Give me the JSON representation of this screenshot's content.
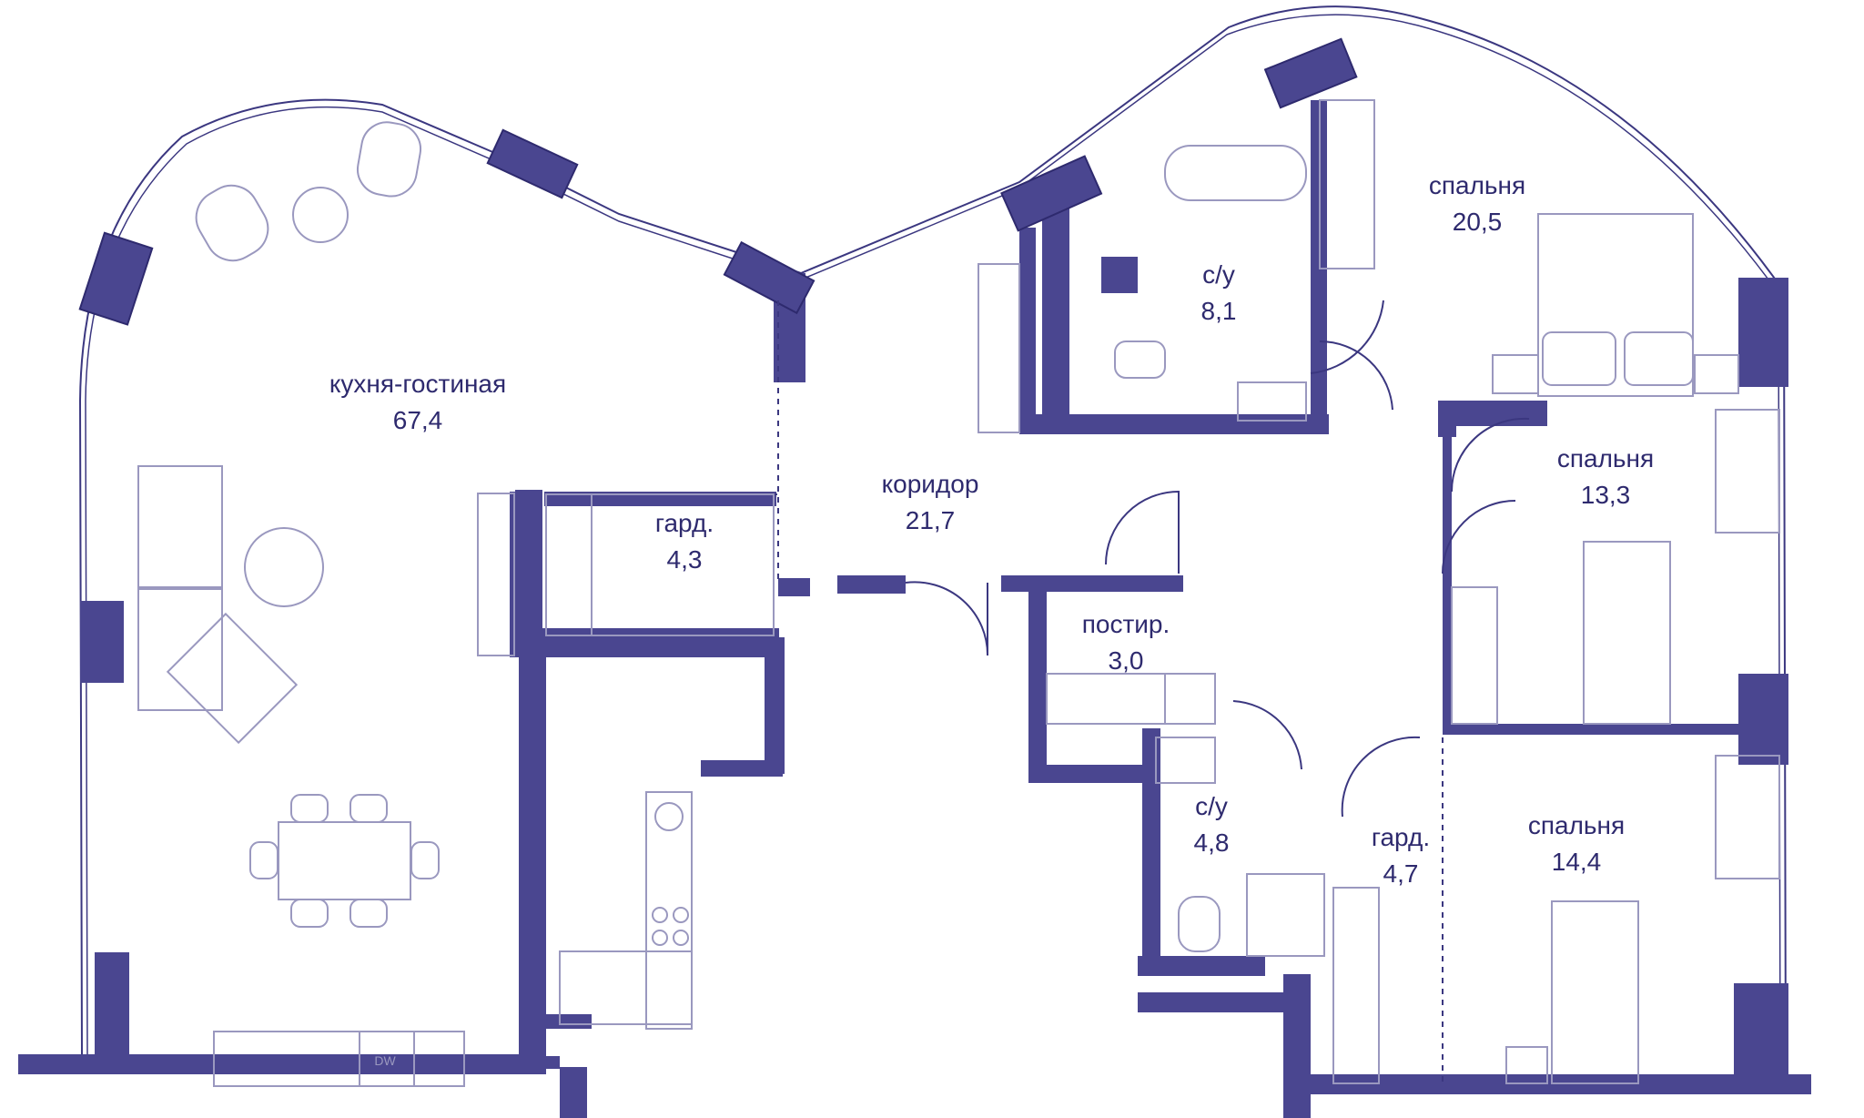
{
  "colors": {
    "wall": "#4a4690",
    "wall_dark": "#2e2a6e",
    "line": "#3b3780",
    "furniture": "#9a98bf",
    "background": "#ffffff"
  },
  "rooms": [
    {
      "id": "kitchen-living",
      "name": "кухня-гостиная",
      "area": "67,4"
    },
    {
      "id": "wardrobe-1",
      "name": "гард.",
      "area": "4,3"
    },
    {
      "id": "corridor",
      "name": "коридор",
      "area": "21,7"
    },
    {
      "id": "bathroom-1",
      "name": "с/у",
      "area": "8,1"
    },
    {
      "id": "bedroom-1",
      "name": "спальня",
      "area": "20,5"
    },
    {
      "id": "bedroom-2",
      "name": "спальня",
      "area": "13,3"
    },
    {
      "id": "laundry",
      "name": "постир.",
      "area": "3,0"
    },
    {
      "id": "bathroom-2",
      "name": "с/у",
      "area": "4,8"
    },
    {
      "id": "wardrobe-2",
      "name": "гард.",
      "area": "4,7"
    },
    {
      "id": "bedroom-3",
      "name": "спальня",
      "area": "14,4"
    }
  ],
  "appliances": {
    "dishwasher_label": "DW"
  }
}
